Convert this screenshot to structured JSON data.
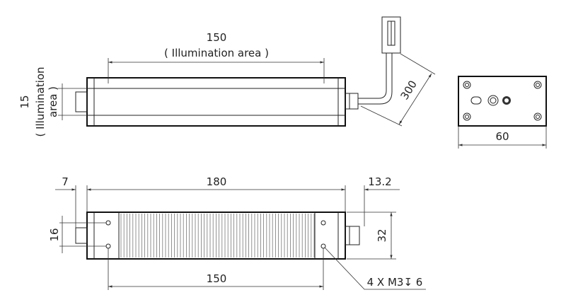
{
  "top_view": {
    "illum_length": "150",
    "illum_label": "( Illumination area )",
    "illum_width": "15",
    "illum_width_label_1": "( Illumination",
    "illum_width_label_2": "area )",
    "cable_length": "300"
  },
  "end_view": {
    "width": "60"
  },
  "bottom_view": {
    "overall_length": "180",
    "left_offset": "7",
    "right_offset": "13.2",
    "height": "32",
    "hole_spacing_v": "16",
    "hole_spacing_h": "150",
    "hole_callout": "4 X M3↧ 6"
  }
}
